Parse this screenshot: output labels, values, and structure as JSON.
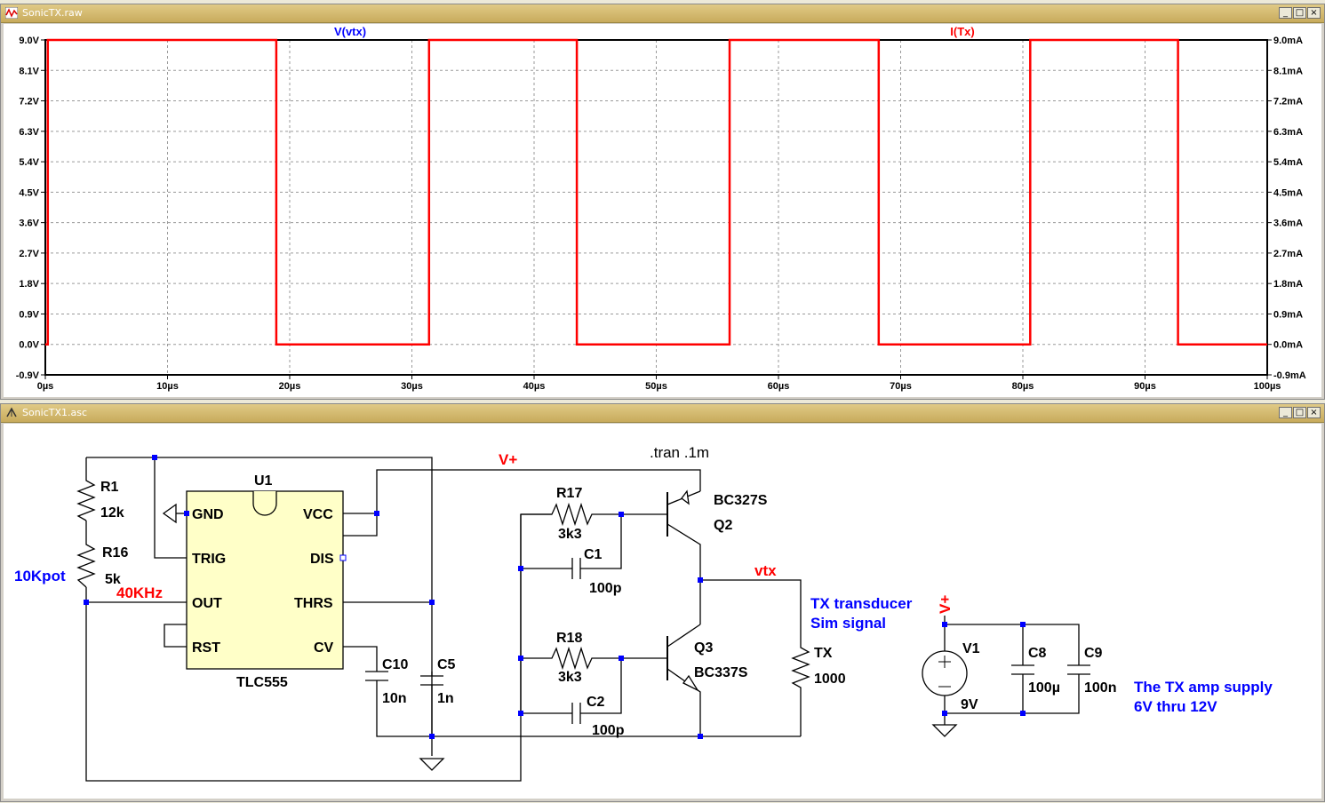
{
  "waveform_window": {
    "title": "SonicTX.raw",
    "controls": [
      "_",
      "□",
      "×"
    ],
    "trace_labels": {
      "v": "V(vtx)",
      "i": "I(Tx)"
    },
    "colors": {
      "trace": "#ff0000",
      "v_label": "#0000ff",
      "i_label": "#ff0000"
    }
  },
  "chart_data": {
    "type": "line",
    "xlabel": "",
    "ylabel": "",
    "x_ticks": [
      "0µs",
      "10µs",
      "20µs",
      "30µs",
      "40µs",
      "50µs",
      "60µs",
      "70µs",
      "80µs",
      "90µs",
      "100µs"
    ],
    "y_left_ticks": [
      "9.0V",
      "8.1V",
      "7.2V",
      "6.3V",
      "5.4V",
      "4.5V",
      "3.6V",
      "2.7V",
      "1.8V",
      "0.9V",
      "0.0V",
      "-0.9V"
    ],
    "y_right_ticks": [
      "9.0mA",
      "8.1mA",
      "7.2mA",
      "6.3mA",
      "5.4mA",
      "4.5mA",
      "3.6mA",
      "2.7mA",
      "1.8mA",
      "0.9mA",
      "0.0mA",
      "-0.9mA"
    ],
    "xlim": [
      0,
      100
    ],
    "ylim": [
      -0.9,
      9.0
    ],
    "grid": true,
    "series": [
      {
        "name": "V(vtx)",
        "x": [
          0,
          0.2,
          0.2,
          18.9,
          18.9,
          31.4,
          31.4,
          43.5,
          43.5,
          56.0,
          56.0,
          68.2,
          68.2,
          80.6,
          80.6,
          92.7,
          92.7,
          100
        ],
        "y": [
          0,
          0,
          9,
          9,
          0,
          0,
          9,
          9,
          0,
          0,
          9,
          9,
          0,
          0,
          9,
          9,
          0,
          0
        ]
      }
    ]
  },
  "schematic_window": {
    "title": "SonicTX1.asc",
    "controls": [
      "_",
      "□",
      "×"
    ]
  },
  "schematic": {
    "directive": ".tran .1m",
    "net_vplus": "V+",
    "net_vtx": "vtx",
    "freq_label": "40KHz",
    "pot_label": "10Kpot",
    "u1": {
      "ref": "U1",
      "part": "TLC555",
      "pins": {
        "gnd": "GND",
        "trig": "TRIG",
        "out": "OUT",
        "rst": "RST",
        "vcc": "VCC",
        "dis": "DIS",
        "thrs": "THRS",
        "cv": "CV"
      }
    },
    "r1": {
      "ref": "R1",
      "value": "12k"
    },
    "r16": {
      "ref": "R16",
      "value": "5k"
    },
    "r17": {
      "ref": "R17",
      "value": "3k3"
    },
    "r18": {
      "ref": "R18",
      "value": "3k3"
    },
    "c1": {
      "ref": "C1",
      "value": "100p"
    },
    "c2": {
      "ref": "C2",
      "value": "100p"
    },
    "c5": {
      "ref": "C5",
      "value": "1n"
    },
    "c10": {
      "ref": "C10",
      "value": "10n"
    },
    "c8": {
      "ref": "C8",
      "value": "100µ"
    },
    "c9": {
      "ref": "C9",
      "value": "100n"
    },
    "q2": {
      "ref": "Q2",
      "part": "BC327S"
    },
    "q3": {
      "ref": "Q3",
      "part": "BC337S"
    },
    "tx": {
      "ref": "TX",
      "value": "1000"
    },
    "v1": {
      "ref": "V1",
      "value": "9V"
    },
    "comment_tx": [
      "TX transducer",
      "Sim signal"
    ],
    "comment_supply": [
      "The TX amp supply",
      "6V thru 12V"
    ],
    "colors": {
      "wire": "#000000",
      "node": "#0000ff",
      "ic_fill": "#ffffc8",
      "net_label": "#ff0000",
      "comment": "#0000ff"
    }
  }
}
